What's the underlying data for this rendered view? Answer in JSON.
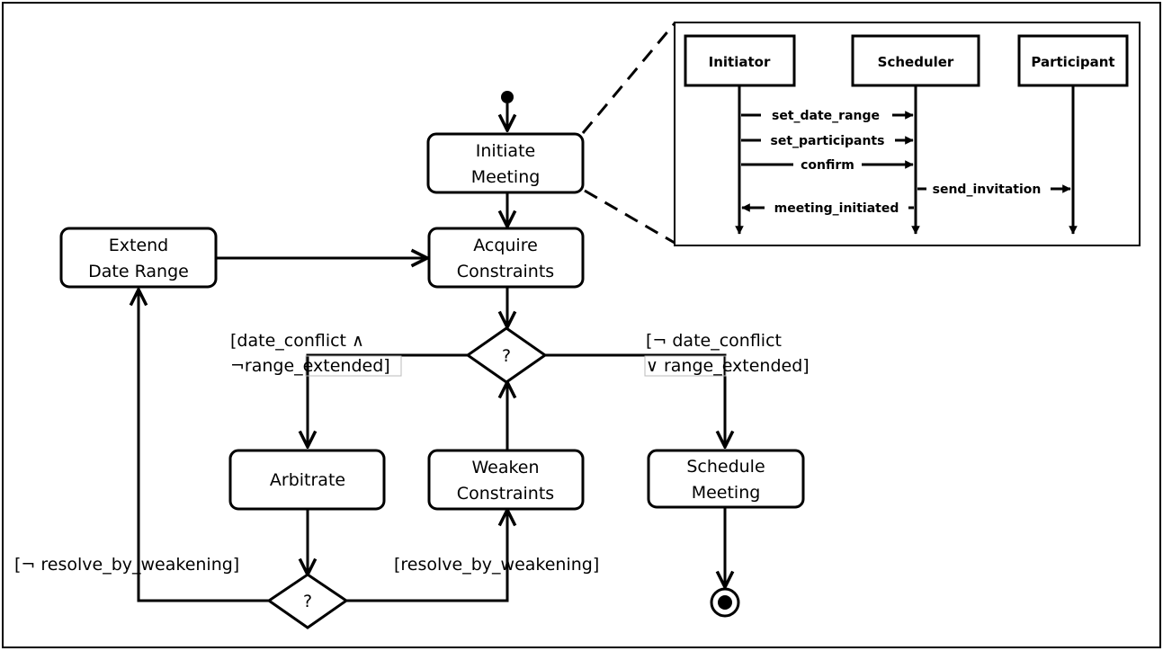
{
  "activity": {
    "initiate": [
      "Initiate",
      "Meeting"
    ],
    "acquire": [
      "Acquire",
      "Constraints"
    ],
    "extend": [
      "Extend",
      "Date Range"
    ],
    "arbitrate": [
      "Arbitrate"
    ],
    "weaken": [
      "Weaken",
      "Constraints"
    ],
    "schedule": [
      "Schedule",
      "Meeting"
    ],
    "decision_top": "?",
    "decision_bottom": "?",
    "guard_left": [
      "[date_conflict ∧",
      "¬range_extended]"
    ],
    "guard_right": [
      "[¬ date_conflict",
      "∨ range_extended]"
    ],
    "guard_not_resolve": "[¬ resolve_by_weakening]",
    "guard_resolve": "[resolve_by_weakening]"
  },
  "sequence": {
    "lifelines": [
      "Initiator",
      "Scheduler",
      "Participant"
    ],
    "messages": [
      "set_date_range",
      "set_participants",
      "confirm",
      "send_invitation",
      "meeting_initiated"
    ]
  }
}
